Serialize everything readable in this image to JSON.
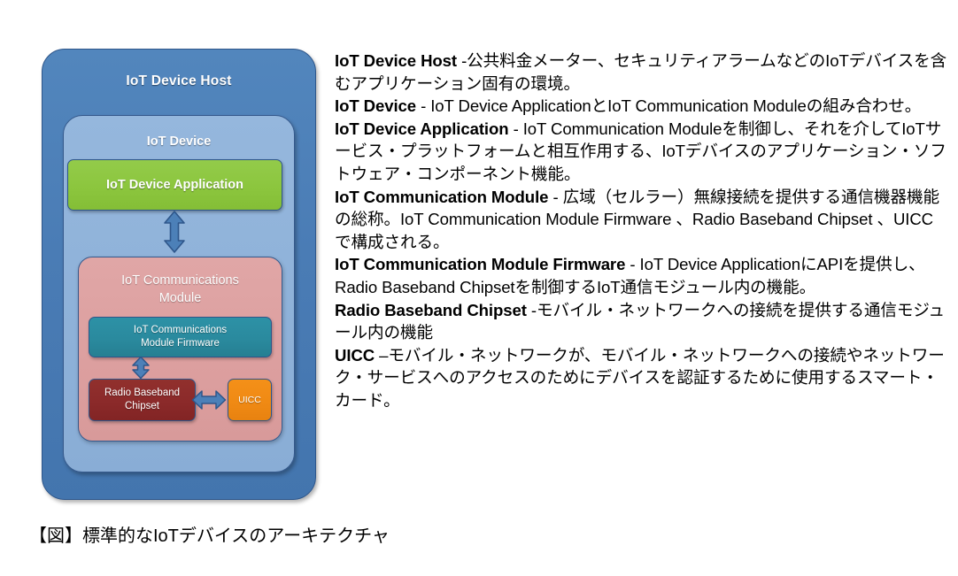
{
  "diagram": {
    "host_label": "IoT Device Host",
    "device_label": "IoT Device",
    "application_label": "IoT Device Application",
    "comms_module_label": "IoT Communications\nModule",
    "comms_module_label_line1": "IoT Communications",
    "comms_module_label_line2": "Module",
    "firmware_label_line1": "IoT Communications",
    "firmware_label_line2": "Module Firmware",
    "radio_chipset_label_line1": "Radio Baseband",
    "radio_chipset_label_line2": "Chipset",
    "uicc_label": "UICC",
    "colors": {
      "host": "#4a7cb5",
      "device": "#8fb2d9",
      "application": "#8cc63e",
      "comms_module": "#dda0a0",
      "firmware": "#2a8a9e",
      "radio_chipset": "#8b2a2a",
      "uicc": "#f08a14",
      "border": "#2e568a",
      "arrow": "#4a7cb5"
    }
  },
  "descriptions": [
    {
      "term": "IoT Device Host",
      "body": " -公共料金メーター、セキュリティアラームなどのIoTデバイスを含むアプリケーション固有の環境。"
    },
    {
      "term": "IoT Device",
      "body": " -  IoT Device ApplicationとIoT Communication Moduleの組み合わせ。"
    },
    {
      "term": "IoT Device Application",
      "body": " - IoT Communication Moduleを制御し、それを介してIoTサービス・プラットフォームと相互作用する、IoTデバイスのアプリケーション・ソフトウェア・コンポーネント機能。"
    },
    {
      "term": "IoT Communication Module",
      "body": " - 広域（セルラー）無線接続を提供する通信機器機能の総称。IoT Communication Module Firmware 、Radio Baseband Chipset 、UICCで構成される。"
    },
    {
      "term": "IoT Communication Module Firmware",
      "body": " - IoT Device ApplicationにAPIを提供し、Radio Baseband Chipsetを制御するIoT通信モジュール内の機能。"
    },
    {
      "term": "Radio Baseband Chipset",
      "body": " -モバイル・ネットワークへの接続を提供する通信モジュール内の機能"
    },
    {
      "term": "UICC",
      "body": " –モバイル・ネットワークが、モバイル・ネットワークへの接続やネットワーク・サービスへのアクセスのためにデバイスを認証するために使用するスマート・カード。"
    }
  ],
  "caption": "【図】標準的なIoTデバイスのアーキテクチャ"
}
